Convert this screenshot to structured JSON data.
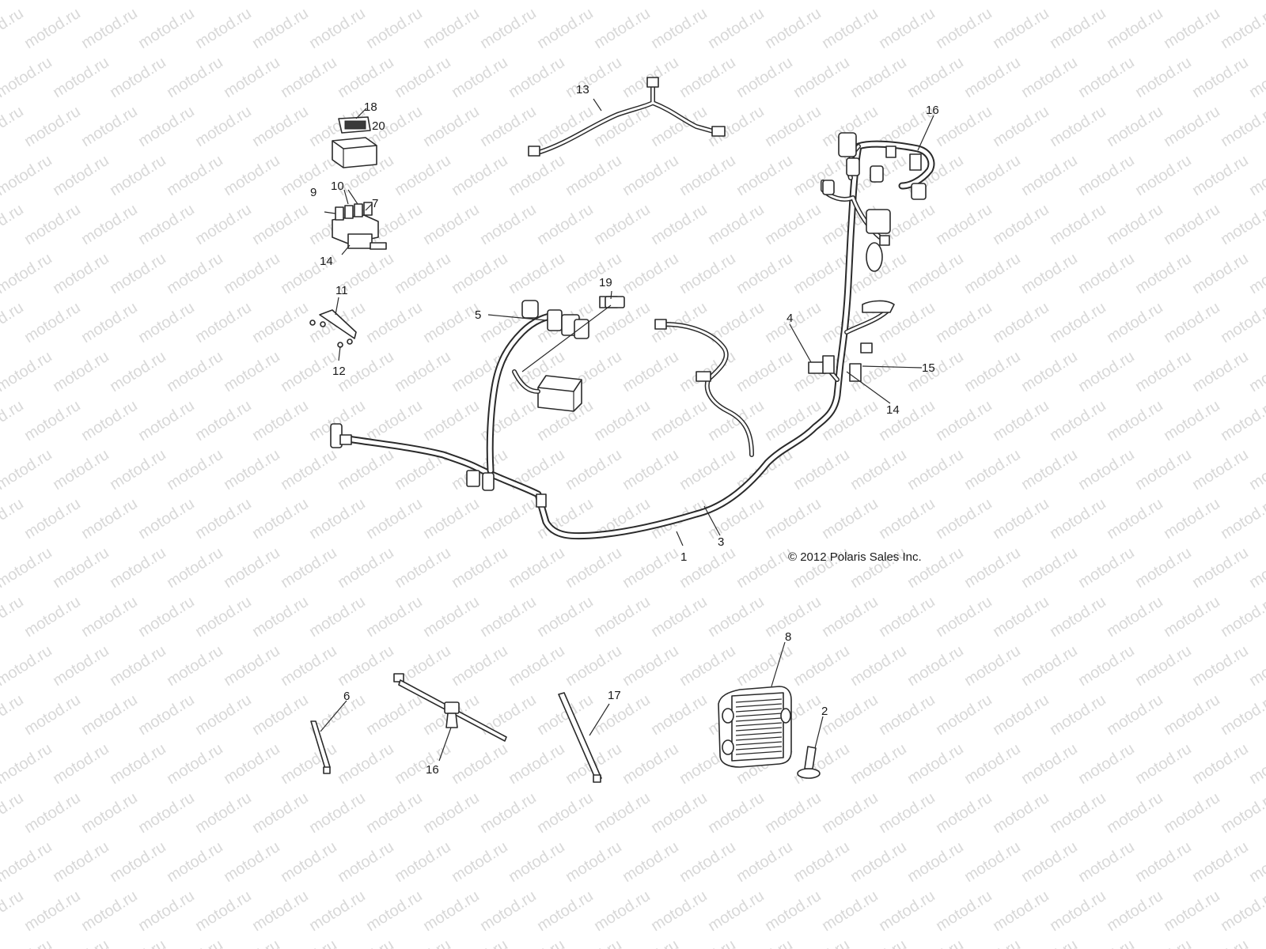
{
  "watermark": "motod.ru",
  "copyright": "© 2012 Polaris Sales Inc.",
  "callouts": {
    "c1": "1",
    "c2": "2",
    "c3": "3",
    "c4": "4",
    "c5": "5",
    "c6": "6",
    "c7": "7",
    "c8": "8",
    "c9": "9",
    "c10": "10",
    "c11": "11",
    "c12": "12",
    "c13": "13",
    "c14a": "14",
    "c14b": "14",
    "c15": "15",
    "c16a": "16",
    "c16b": "16",
    "c17": "17",
    "c18": "18",
    "c19": "19",
    "c20": "20"
  }
}
